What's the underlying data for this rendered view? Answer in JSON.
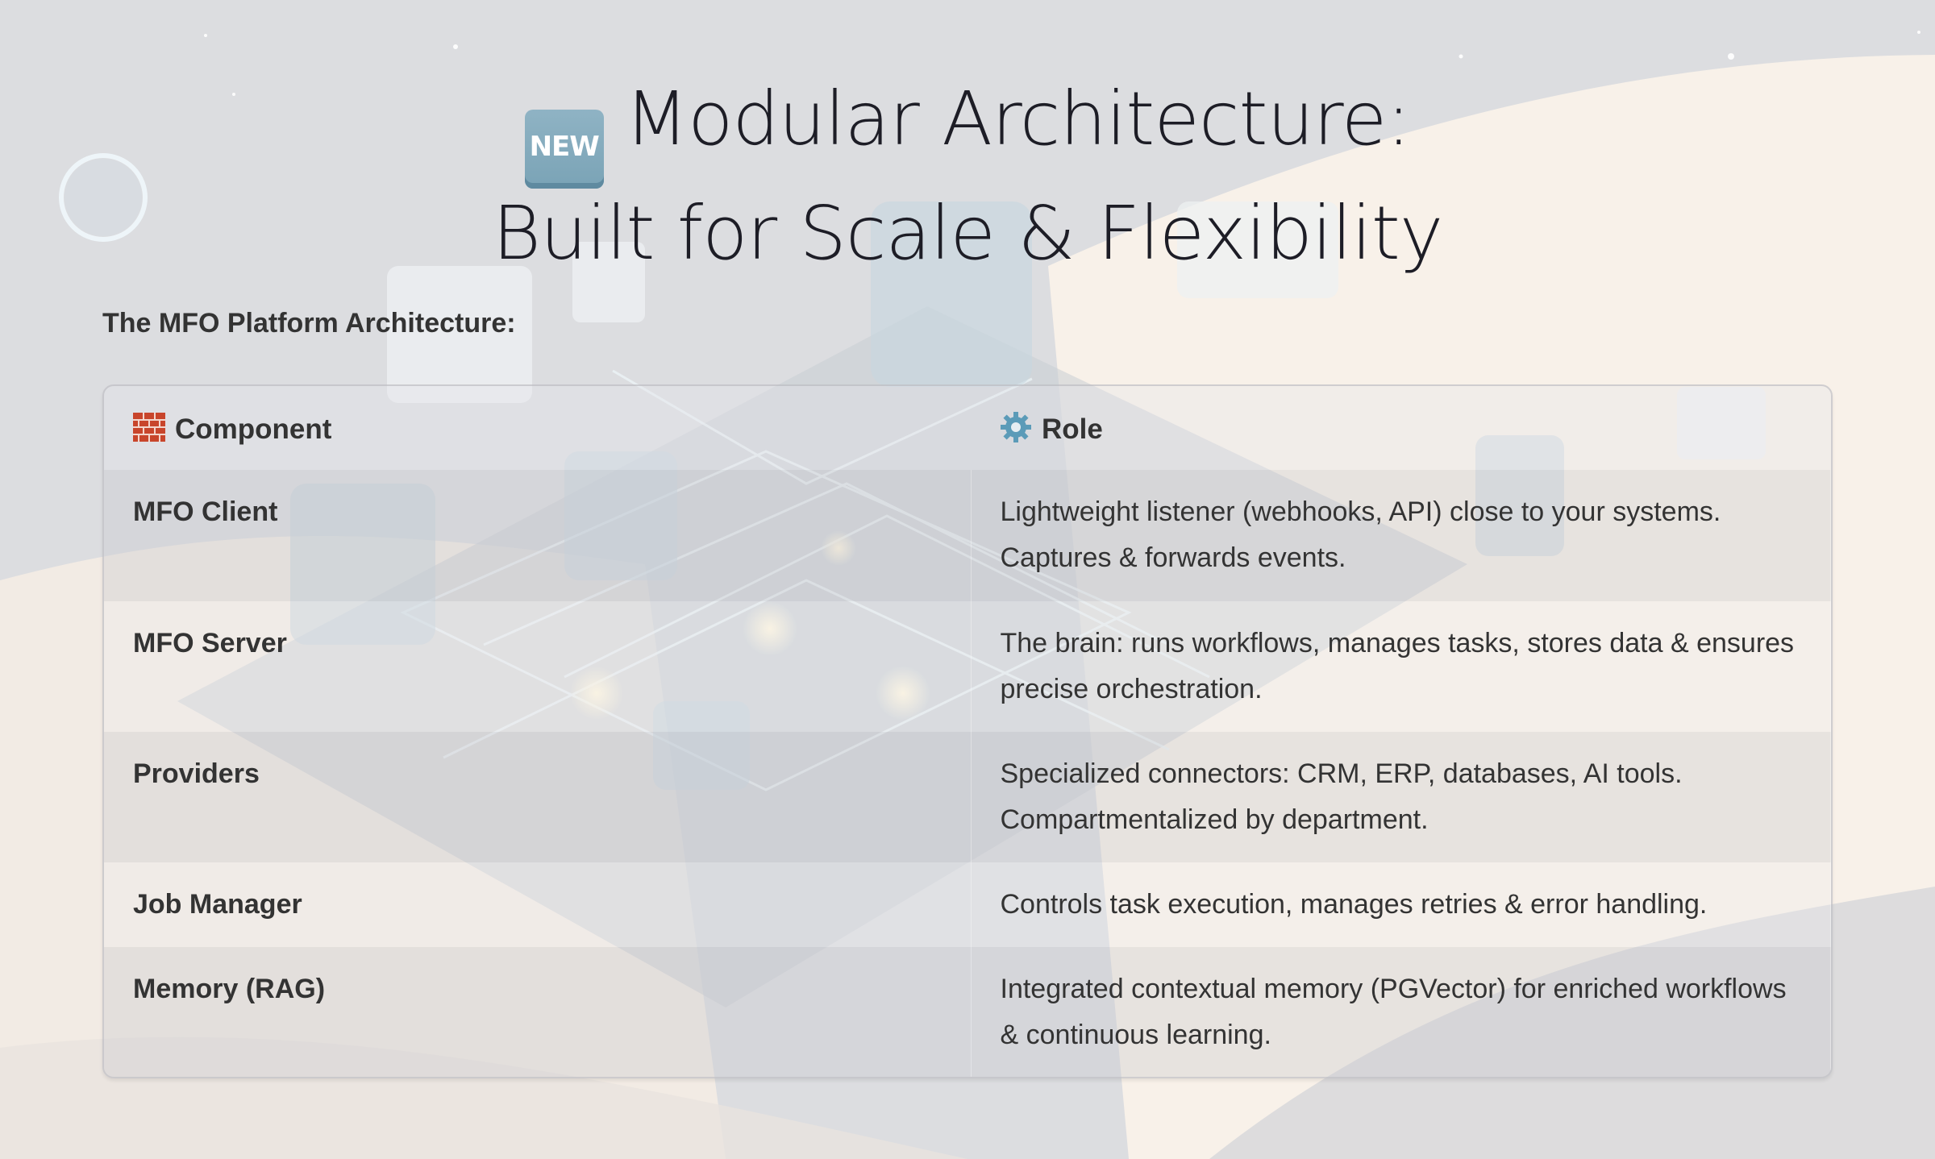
{
  "title": {
    "badge": "NEW",
    "line1": "Modular Architecture:",
    "line2": "Built for Scale & Flexibility"
  },
  "subtitle": "The MFO Platform Architecture:",
  "table": {
    "headers": [
      {
        "icon": "brick-icon",
        "label": "Component"
      },
      {
        "icon": "gear-icon",
        "label": "Role"
      }
    ],
    "rows": [
      {
        "component": "MFO Client",
        "role": "Lightweight listener (webhooks, API) close to your systems. Captures & forwards events."
      },
      {
        "component": "MFO Server",
        "role": "The brain: runs workflows, manages tasks, stores data & ensures precise orchestration."
      },
      {
        "component": "Providers",
        "role": "Specialized connectors: CRM, ERP, databases, AI tools. Compartmentalized by department."
      },
      {
        "component": "Job Manager",
        "role": "Controls task execution, manages retries & error handling."
      },
      {
        "component": "Memory (RAG)",
        "role": "Integrated contextual memory (PGVector) for enriched workflows & continuous learning."
      }
    ]
  },
  "colors": {
    "background": "#dcdde0",
    "sand": "#fbf3ea",
    "title_text": "#1d1d26",
    "body_text": "#333333",
    "badge": "#7aa3b6"
  }
}
